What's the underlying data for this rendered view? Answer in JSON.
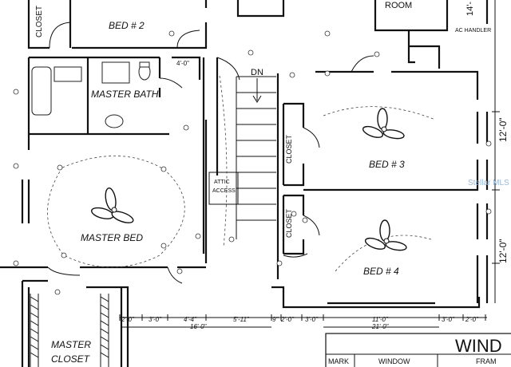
{
  "rooms": {
    "closet_top": "CLOSET",
    "bed2": "BED # 2",
    "room_top": "ROOM",
    "master_bath": "MASTER BATH",
    "master_bed": "MASTER BED",
    "bed3": "BED # 3",
    "bed4": "BED # 4",
    "closet_bed3": "CLOSET",
    "closet_bed4": "CLOSET",
    "master_closet_line1": "MASTER",
    "master_closet_line2": "CLOSET",
    "attic_line1": "ATTIC",
    "attic_line2": "ACCESS"
  },
  "stair_label": "DN",
  "ac_label": "AC HANDLER",
  "dims": {
    "d_4_0_bath": "4'-0\"",
    "d_14": "14'-",
    "d_12_0_a": "12'-0\"",
    "d_12_0_b": "12'-0\"",
    "b_2_0_a": "2'-0\"",
    "b_3_0_a": "3'-0\"",
    "b_4_4": "4'-4\"",
    "b_16_0": "16'-0\"",
    "b_5_11": "5'-11\"",
    "b_9": "9\"",
    "b_2_0_b": "2'-0\"",
    "b_3_0_b": "3'-0\"",
    "b_11_0": "11'-0\"",
    "b_21_0": "21'-0\"",
    "b_3_0_c": "3'-0\"",
    "b_2_0_c": "2'-0\""
  },
  "schedule": {
    "title": "WIND",
    "col_mark": "MARK",
    "col_window": "WINDOW",
    "col_frame": "FRAM"
  },
  "watermark": "Stellar MLS",
  "colors": {
    "line": "#111111",
    "background": "#ffffff",
    "watermark": "#9ab8d6"
  }
}
